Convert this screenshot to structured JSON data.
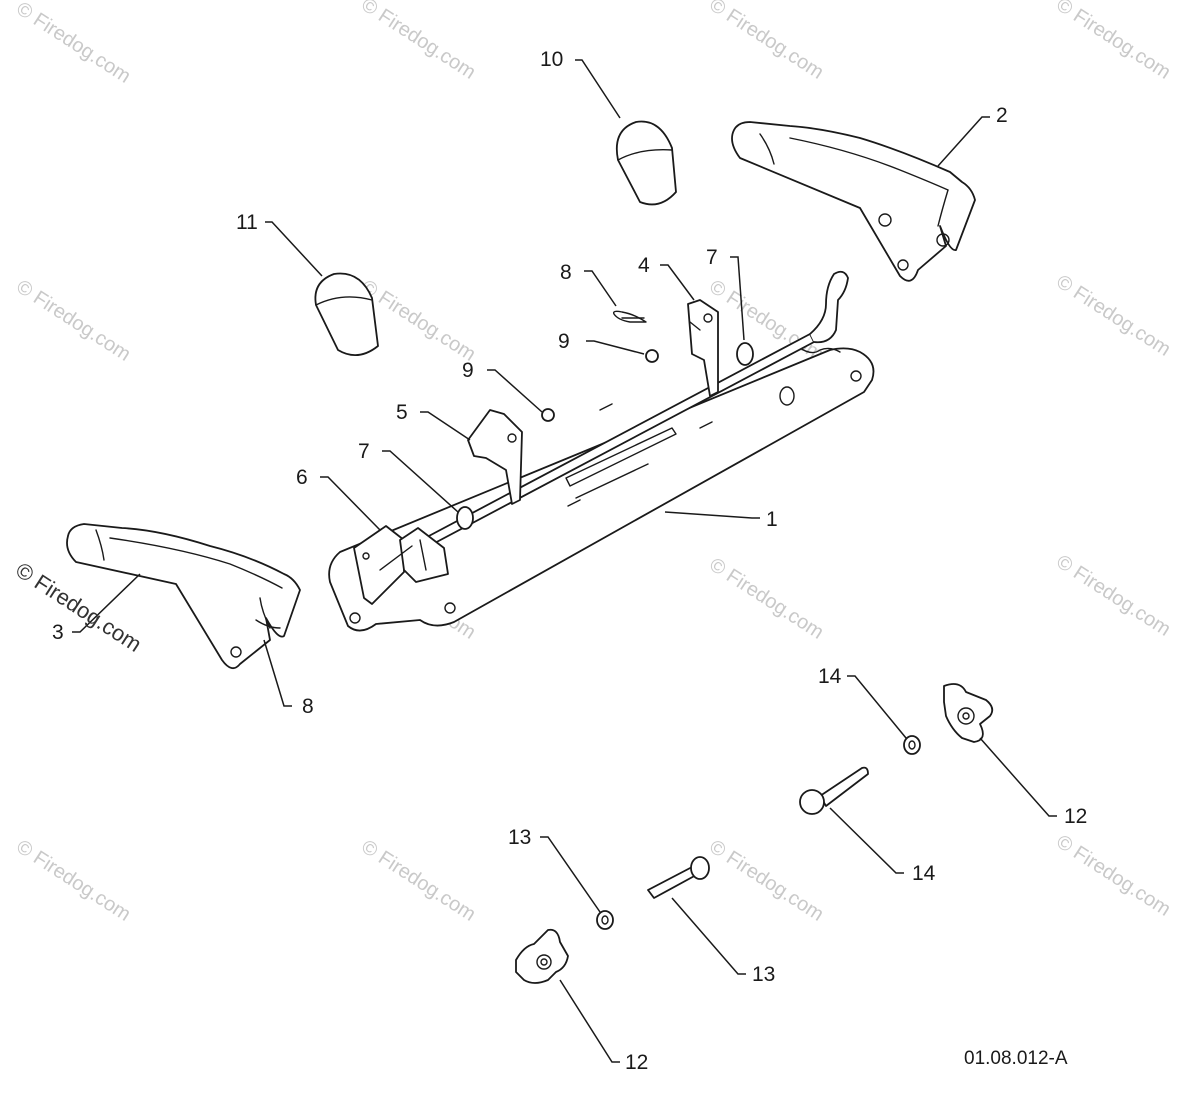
{
  "diagram": {
    "drawing_code": "01.08.012-A",
    "watermark": "© Firedog.com",
    "callouts": [
      "1",
      "2",
      "3",
      "4",
      "5",
      "6",
      "7",
      "7",
      "8",
      "8",
      "9",
      "9",
      "10",
      "11",
      "12",
      "12",
      "13",
      "13",
      "14",
      "14"
    ]
  }
}
